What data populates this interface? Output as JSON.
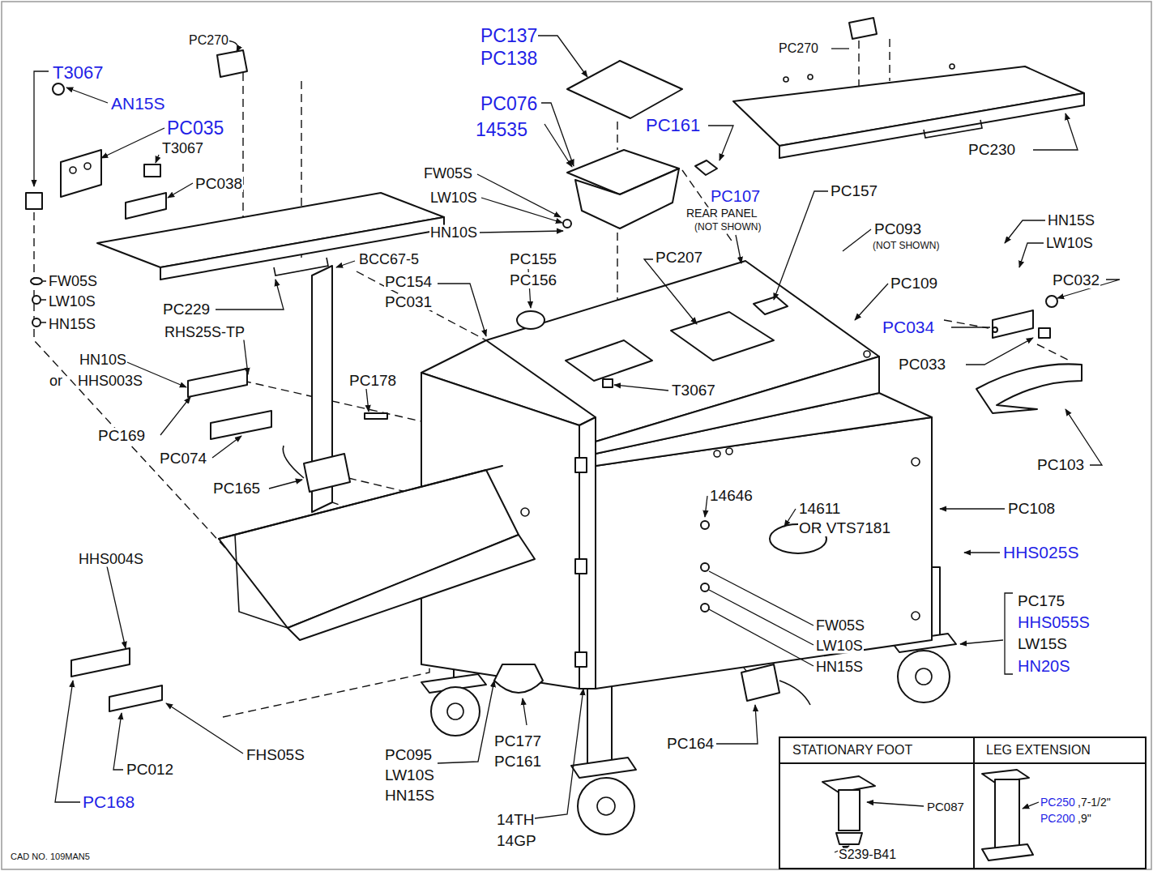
{
  "diagram": {
    "labels": [
      "T3067",
      "AN15S",
      "PC035",
      "PC270",
      "T3067",
      "PC038",
      "FW05S",
      "LW10S",
      "HN15S",
      "PC229",
      "RHS25S-TP",
      "HN10S",
      "or",
      "HHS003S",
      "PC169",
      "PC074",
      "PC165",
      "BCC67-5",
      "PC154",
      "PC031",
      "PC178",
      "PC137",
      "PC138",
      "PC076",
      "14535",
      "FW05S",
      "LW10S",
      "HN10S",
      "PC155",
      "PC156",
      "PC207",
      "PC107",
      "REAR PANEL",
      "(NOT SHOWN)",
      "PC157",
      "PC093",
      "(NOT SHOWN)",
      "PC109",
      "PC161",
      "PC270",
      "PC230",
      "HN15S",
      "LW10S",
      "PC032",
      "PC034",
      "PC033",
      "T3067",
      "PC103",
      "PC108",
      "14646",
      "14611",
      "OR VTS7181",
      "HHS025S",
      "FW05S",
      "LW10S",
      "HN15S",
      "PC175",
      "HHS055S",
      "LW15S",
      "HN20S",
      "HHS004S",
      "PC012",
      "FHS05S",
      "PC168",
      "PC095",
      "LW10S",
      "HN15S",
      "PC177",
      "PC161",
      "14TH",
      "14GP",
      "PC164",
      "STATIONARY FOOT",
      "LEG EXTENSION",
      "PC087",
      "S239-B41",
      "PC250",
      ",7-1/2\"",
      "PC200",
      ",9\"",
      "CAD NO. 109MAN5"
    ]
  }
}
